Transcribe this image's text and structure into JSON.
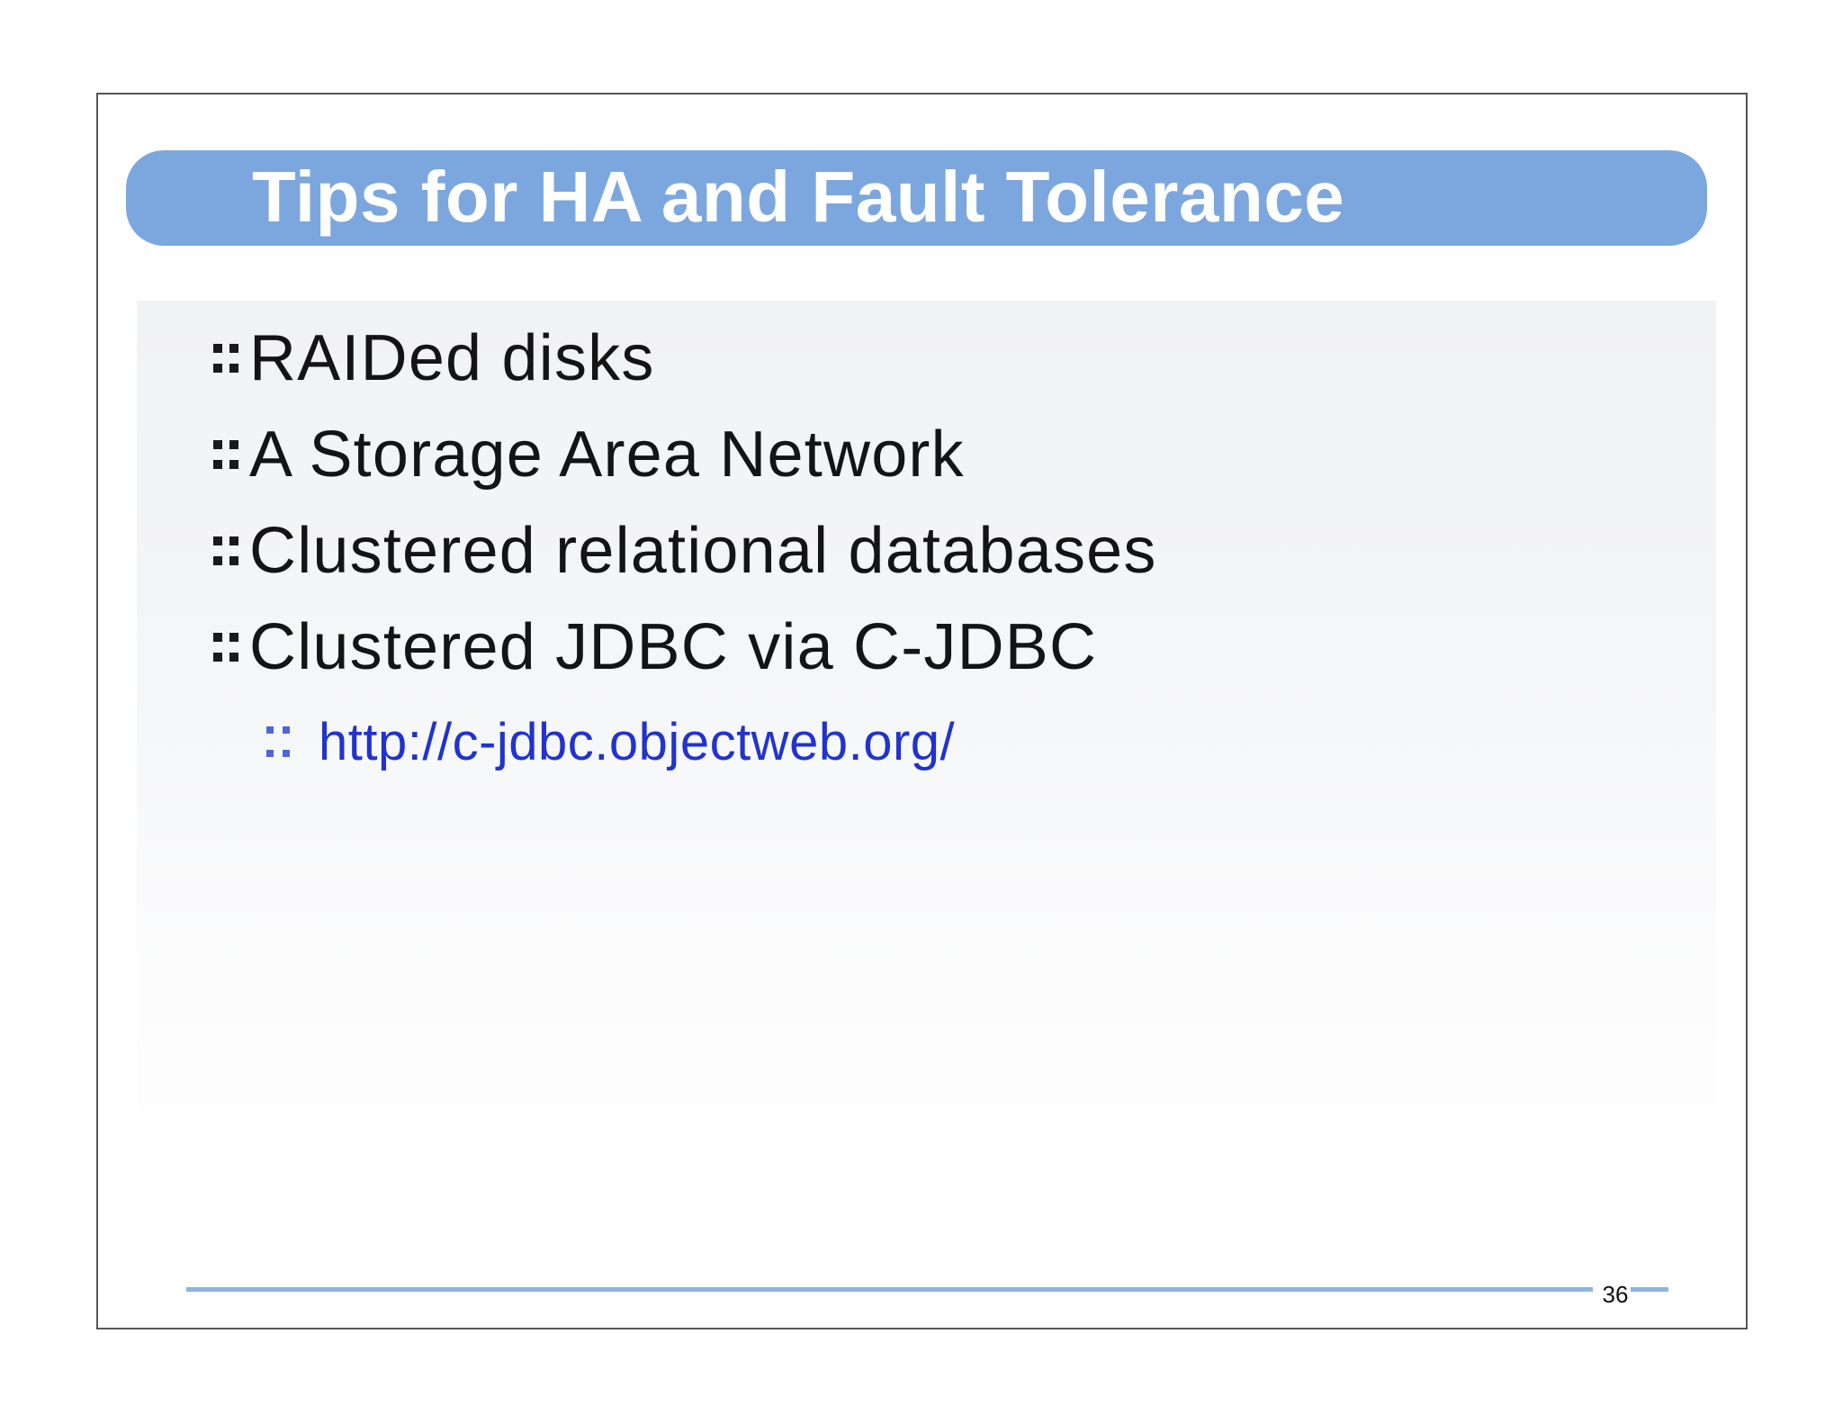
{
  "slide": {
    "title": "Tips for HA and Fault Tolerance",
    "bullets": [
      "RAIDed disks",
      "A Storage Area Network",
      "Clustered relational databases",
      "Clustered JDBC via C-JDBC"
    ],
    "sub_bullet": {
      "link_text": "http://c-jdbc.objectweb.org/"
    },
    "page_number": "36",
    "icons": {
      "bullet_icon": "double-colon-square-dots",
      "sub_bullet_icon": "double-colon-square-dots-small"
    },
    "colors": {
      "title_bar_background": "#7ca7de",
      "title_text": "#ffffff",
      "body_text": "#141414",
      "bullet_dots": "#1a1a1a",
      "sub_bullet_dots": "#4d66d9",
      "link": "#2233cc",
      "footer_rule": "#8db4e2",
      "content_panel_top": "#f1f2f4",
      "slide_border": "#565656"
    }
  }
}
